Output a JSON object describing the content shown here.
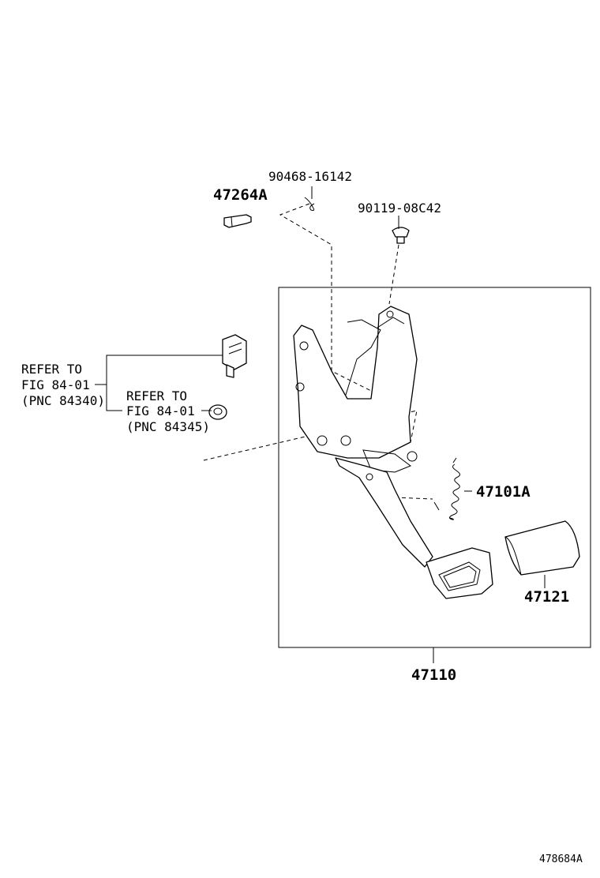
{
  "diagram": {
    "labels": {
      "pin": "47264A",
      "clip": "90468-16142",
      "bolt": "90119-08C42",
      "spring": "47101A",
      "pad": "47121",
      "assembly": "47110",
      "figure_id": "478684A"
    },
    "refer_1": {
      "line1": "REFER TO",
      "line2": "FIG 84-01",
      "line3": "(PNC 84340)"
    },
    "refer_2": {
      "line1": "REFER TO",
      "line2": "FIG 84-01",
      "line3": "(PNC 84345)"
    }
  }
}
